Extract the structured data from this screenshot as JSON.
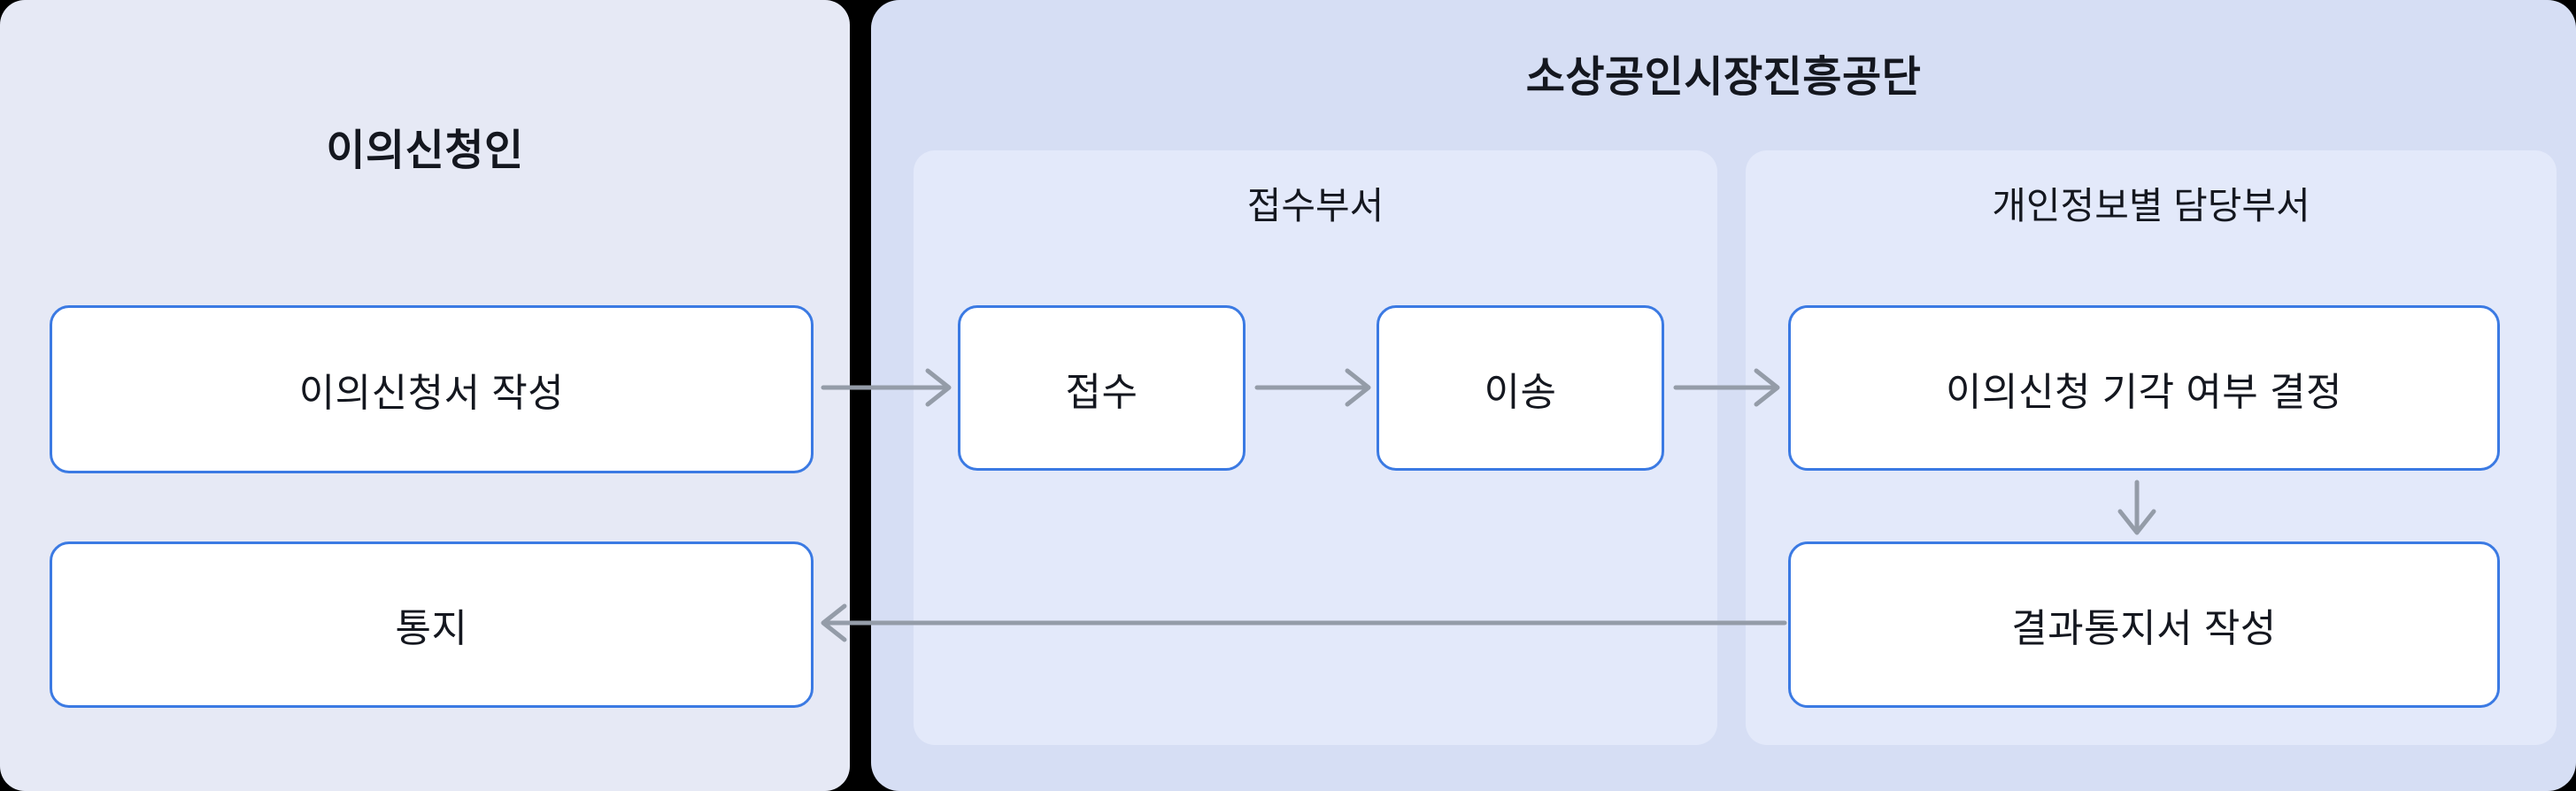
{
  "left_panel": {
    "title": "이의신청인",
    "boxes": [
      {
        "label": "이의신청서 작성"
      },
      {
        "label": "통지"
      }
    ]
  },
  "right_panel": {
    "title": "소상공인시장진흥공단",
    "sections": [
      {
        "title": "접수부서",
        "boxes": [
          {
            "label": "접수"
          },
          {
            "label": "이송"
          }
        ]
      },
      {
        "title": "개인정보별 담당부서",
        "boxes": [
          {
            "label": "이의신청 기각 여부 결정"
          },
          {
            "label": "결과통지서 작성"
          }
        ]
      }
    ]
  },
  "arrows": [
    {
      "icon": "arrow-right-icon",
      "from": "이의신청서 작성",
      "to": "접수"
    },
    {
      "icon": "arrow-right-icon",
      "from": "접수",
      "to": "이송"
    },
    {
      "icon": "arrow-right-icon",
      "from": "이송",
      "to": "이의신청 기각 여부 결정"
    },
    {
      "icon": "arrow-down-icon",
      "from": "이의신청 기각 여부 결정",
      "to": "결과통지서 작성"
    },
    {
      "icon": "arrow-left-icon",
      "from": "결과통지서 작성",
      "to": "통지"
    }
  ],
  "colors": {
    "canvas_bg": "#000000",
    "left_panel_bg": "#e6e9f5",
    "right_panel_bg": "#d6def4",
    "section_bg": "#e3e9fa",
    "box_bg": "#ffffff",
    "box_border": "#3b7ae3",
    "arrow": "#949ca8",
    "text": "#14171f",
    "divider": "#000000"
  }
}
